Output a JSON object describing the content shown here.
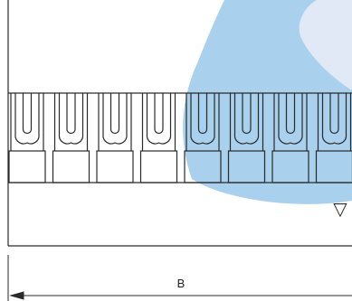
{
  "dimension": {
    "label": "B"
  },
  "colors": {
    "line": "#2a2a2a",
    "highlight_outer": "#a9d0ec",
    "highlight_inner": "#e1e8f6",
    "background": "#ffffff"
  },
  "indicator": {
    "symbol": "▽"
  },
  "terminals": [
    {
      "index": 1
    },
    {
      "index": 2
    },
    {
      "index": 3
    },
    {
      "index": 4
    },
    {
      "index": 5
    },
    {
      "index": 6
    },
    {
      "index": 7
    },
    {
      "index": 8
    }
  ]
}
